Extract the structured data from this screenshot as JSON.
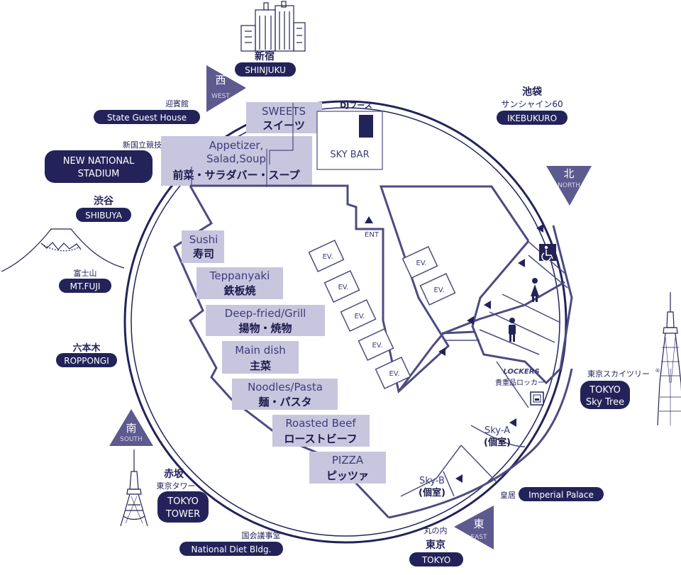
{
  "compass": {
    "west": {
      "jp": "西",
      "en": "WEST"
    },
    "north": {
      "jp": "北",
      "en": "NORTH"
    },
    "south": {
      "jp": "南",
      "en": "SOUTH"
    },
    "east": {
      "jp": "東",
      "en": "EAST"
    }
  },
  "landmarks": {
    "shinjuku": {
      "jp": "新宿",
      "en": "SHINJUKU"
    },
    "state_guest": {
      "jp": "迎賓館",
      "en": "State Guest House"
    },
    "national_stadium": {
      "jp": "新国立競技場",
      "en1": "NEW NATIONAL",
      "en2": "STADIUM"
    },
    "shibuya": {
      "jp": "渋谷",
      "en": "SHIBUYA"
    },
    "fuji": {
      "jp": "富士山",
      "en": "MT.FUJI"
    },
    "roppongi": {
      "jp": "六本木",
      "en": "ROPPONGI"
    },
    "akasaka": {
      "jp": "赤坂",
      "jp2": "東京タワー",
      "en1": "TOKYO",
      "en2": "TOWER"
    },
    "diet": {
      "jp": "国会議事堂",
      "en": "National Diet Bldg."
    },
    "tokyo": {
      "jp": "丸の内",
      "jp2": "東京",
      "en": "TOKYO"
    },
    "imperial": {
      "jp": "皇居",
      "en": "Imperial Palace"
    },
    "skytree": {
      "jp": "東京スカイツリー",
      "sup": "®",
      "en1": "TOKYO",
      "en2": "Sky Tree"
    },
    "ikebukuro": {
      "jp": "池袋",
      "jp2": "サンシャイン60",
      "en": "IKEBUKURO"
    }
  },
  "areas": {
    "sweets": {
      "en": "SWEETS",
      "jp": "スイーツ"
    },
    "appetizer": {
      "en1": "Appetizer,",
      "en2": "Salad,Soup",
      "jp": "前菜・サラダバー・スープ"
    },
    "dj": "DJブース",
    "skybar": "SKY BAR",
    "sushi": {
      "en": "Sushi",
      "jp": "寿司"
    },
    "teppanyaki": {
      "en": "Teppanyaki",
      "jp": "鉄板焼"
    },
    "deepfried": {
      "en": "Deep-fried/Grill",
      "jp": "揚物・焼物"
    },
    "maindish": {
      "en": "Main dish",
      "jp": "主菜"
    },
    "noodles": {
      "en": "Noodles/Pasta",
      "jp": "麺・パスタ"
    },
    "roastbeef": {
      "en": "Roasted Beef",
      "jp": "ローストビーフ"
    },
    "pizza": {
      "en": "PIZZA",
      "jp": "ピッツァ"
    },
    "ent": "ENT",
    "ev": "EV.",
    "lockers_en": "LOCKERS",
    "lockers_jp": "貴重品ロッカー",
    "skya": {
      "en": "Sky-A",
      "jp": "(個室)"
    },
    "skyb": {
      "en": "Sky-B",
      "jp": "(個室)"
    }
  },
  "colors": {
    "navy": "#23235a",
    "lavender": "#c8c5de",
    "compass": "#5c5a8e",
    "line": "#4d4b82"
  }
}
